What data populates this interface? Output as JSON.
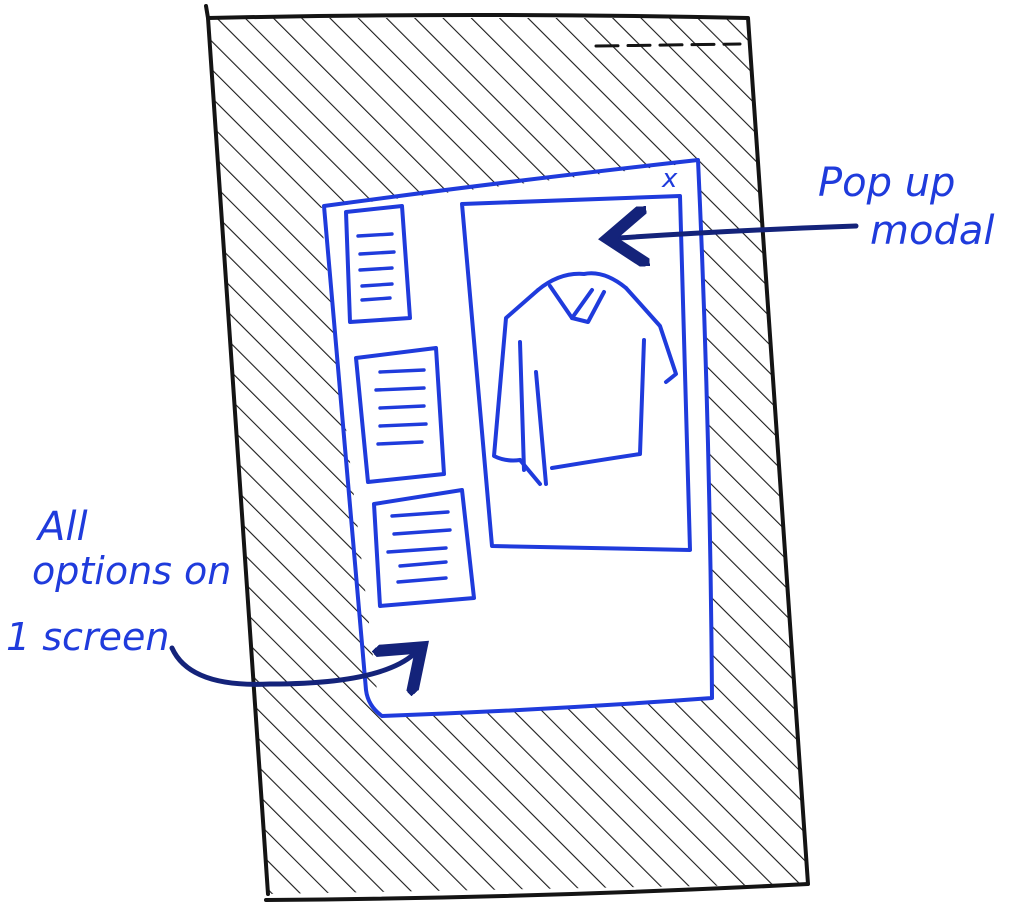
{
  "colors": {
    "ink": "#141414",
    "blue": "#1f3bdc",
    "navy": "#14237a",
    "paper": "#ffffff"
  },
  "annotations": {
    "popup_line1": "Pop up",
    "popup_line2": "modal",
    "options_line1": "All",
    "options_line2": "options on",
    "options_line3": "1 screen"
  },
  "modal": {
    "close_glyph": "x"
  }
}
